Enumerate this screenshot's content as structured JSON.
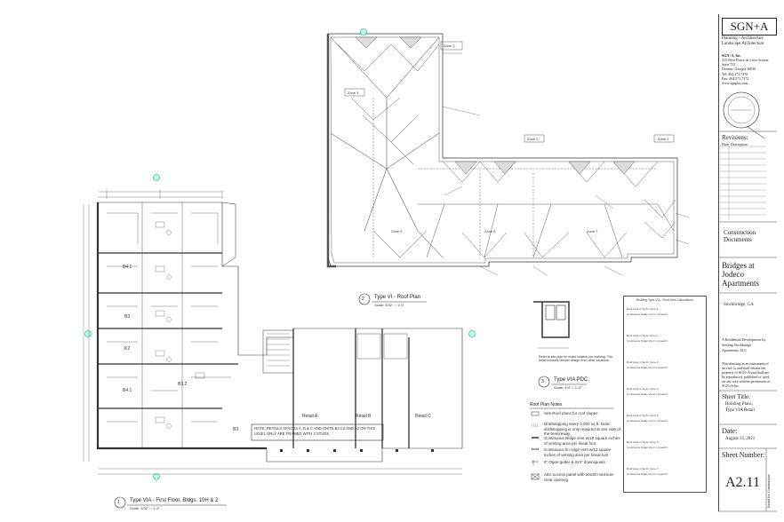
{
  "firm": {
    "logo": "SGN+A",
    "services": [
      "Planning • Architecture",
      "Landscape Architecture"
    ],
    "name": "SGN+A, Inc.",
    "address": [
      "315 West Ponce de Leon Avenue",
      "Suite 755",
      "Decatur, Georgia 30030"
    ],
    "tel": "Tel: 404.373.7378",
    "fax": "Fax: 404.373.7372",
    "web": "www.sgnplus.com"
  },
  "revisions": {
    "label": "Revisions:",
    "col_date": "Date",
    "col_desc": "Description"
  },
  "status": [
    "Construction",
    "Documents"
  ],
  "project": {
    "name": [
      "Bridges at",
      "Jodeco",
      "Apartments"
    ],
    "location": "Stockbridge, GA"
  },
  "developer": [
    "A Residential Development by",
    "Sterling Stockbridge",
    "Apartments, LLC"
  ],
  "disclaimer": [
    "This drawing as an instrument of",
    "service, is and shall remain the",
    "property of SGN+A and shall not",
    "be reproduced, published or used",
    "on any way without permission of",
    "SGN+A Inc."
  ],
  "sheet_title": {
    "label": "Sheet Title:",
    "lines": [
      "Building Plans,",
      "Type VIA Retail"
    ]
  },
  "date": {
    "label": "Date:",
    "value": "August 13, 2021"
  },
  "sheet_number": {
    "label": "Sheet Number:",
    "value": "A2.11"
  },
  "side_note": "Issued for Construction",
  "drawings": {
    "roof": {
      "number": "2",
      "title": "Type VI - Roof Plan",
      "scale": "Scale: 3/32\" = 1'-0\""
    },
    "floor": {
      "number": "1",
      "title": "Type VIA - First Floor, Bldgs. 10H & 2",
      "scale": "Scale: 3/32\" = 1'-0\""
    },
    "pdc": {
      "number": "3",
      "title": "Type VIA PDC",
      "scale": "Scale: 1/4\" = 1'-0\""
    }
  },
  "zones": [
    "Zone 1",
    "Zone 2",
    "Zone 3",
    "Zone 4",
    "Zone 5",
    "Zone 6",
    "Zone 7"
  ],
  "units": [
    "B4.1",
    "B3",
    "K2",
    "B3.2",
    "B4.1",
    "B3"
  ],
  "retail": [
    "Retail A",
    "Retail B",
    "Retail C"
  ],
  "floor_note": "NOTE: RETAILS SPACES A, B & C AND UNITS B3.C2 AND A2 ON THIS LEVEL ONLY ARE FRAMED WITH 2 STUDS",
  "pdc_note": "Refer to site plan for exact location per building. The detail includes thinner design from other locations.",
  "roof_notes": {
    "title": "Roof Plan Notes",
    "items": [
      "See Roof plans for roof slopes",
      "Draftstopping every 3,000 sq ft. Note: draftstopping is only required at one side of the breezeway.",
      "Continuous Ridge vent w/18 square inches of venting area per lineal foot",
      "Continuous fin ridge vent w/12 square inches of venting area per lineal foot",
      "6\" Ogee gutter & 2x3\" downspouts",
      "Attic access panel with 20x30 minimum clear opening"
    ]
  },
  "vent_table": {
    "title": "Building Type VIA - Roof Vent Calculations",
    "rows": [
      "Roof Area in Sq.Ft. Zone 1",
      "Continuous Ridge Vent in Lineal Ft.",
      "Roof Area in Sq.Ft. Zone 2",
      "Continuous Ridge Vent in Lineal Ft.",
      "Roof Area in Sq.Ft. Zone 3",
      "Continuous Ridge Vent in Lineal Ft.",
      "Roof Area in Sq.Ft. Zone 4",
      "Continuous Ridge Vent in Lineal Ft.",
      "Roof Area in Sq.Ft. Zone 5",
      "Continuous Ridge Vent in Lineal Ft.",
      "Roof Area in Sq.Ft. Zone 6",
      "Continuous Ridge Vent in Lineal Ft.",
      "Roof Area in Sq.Ft. Zone 7",
      "Continuous Ridge Vent in Lineal Ft."
    ]
  }
}
